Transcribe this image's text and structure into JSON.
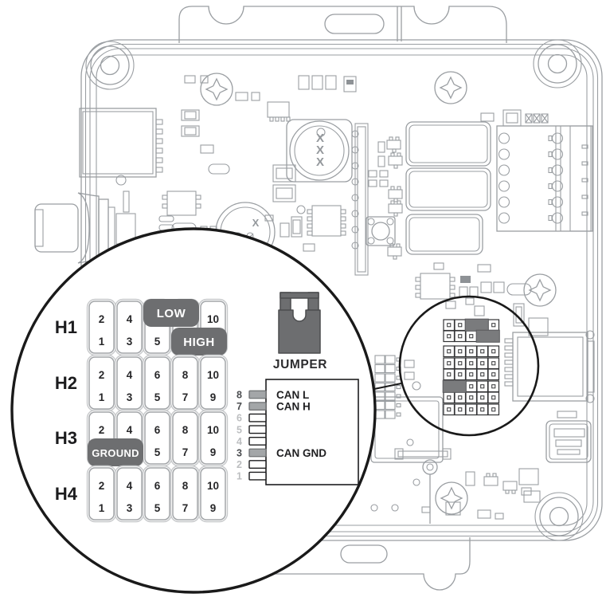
{
  "colors": {
    "line_gray": "#9a9ea2",
    "badge_gray": "#6d6e70",
    "board_jumper_gray": "#7a7b7d",
    "ink_black": "#1a1a1a",
    "muted_number_gray": "#bcbec0"
  },
  "board": {
    "capacitor_marking": "XXX",
    "inductor_marking": "X",
    "header_block_jumpers": [
      {
        "row": 0,
        "cols": [
          2,
          3
        ]
      },
      {
        "row": 1,
        "cols": [
          3,
          4
        ]
      },
      {
        "row": 5,
        "cols": [
          0,
          1
        ]
      }
    ]
  },
  "magnifier": {
    "jumper_label": "JUMPER",
    "headers": [
      {
        "label": "H1",
        "top": [
          "2",
          "4",
          null,
          null,
          "10"
        ],
        "bottom": [
          "1",
          "3",
          "5",
          null,
          null
        ],
        "badges": [
          {
            "text": "LOW",
            "row": "top",
            "cols": [
              2,
              3
            ]
          },
          {
            "text": "HIGH",
            "row": "bottom",
            "cols": [
              3,
              4
            ]
          }
        ]
      },
      {
        "label": "H2",
        "top": [
          "2",
          "4",
          "6",
          "8",
          "10"
        ],
        "bottom": [
          "1",
          "3",
          "5",
          "7",
          "9"
        ],
        "badges": []
      },
      {
        "label": "H3",
        "top": [
          "2",
          "4",
          "6",
          "8",
          "10"
        ],
        "bottom": [
          null,
          null,
          "5",
          "7",
          "9"
        ],
        "badges": [
          {
            "text": "GROUND",
            "row": "bottom",
            "cols": [
              0,
              1
            ]
          }
        ]
      },
      {
        "label": "H4",
        "top": [
          "2",
          "4",
          "6",
          "8",
          "10"
        ],
        "bottom": [
          "1",
          "3",
          "5",
          "7",
          "9"
        ],
        "badges": []
      }
    ],
    "connector_pins": [
      {
        "num": "8",
        "label": "CAN L",
        "filled": true
      },
      {
        "num": "7",
        "label": "CAN H",
        "filled": true
      },
      {
        "num": "6",
        "filled": false
      },
      {
        "num": "5",
        "filled": false
      },
      {
        "num": "4",
        "filled": false
      },
      {
        "num": "3",
        "label": "CAN GND",
        "filled": true
      },
      {
        "num": "2",
        "filled": false
      },
      {
        "num": "1",
        "filled": false
      }
    ]
  }
}
